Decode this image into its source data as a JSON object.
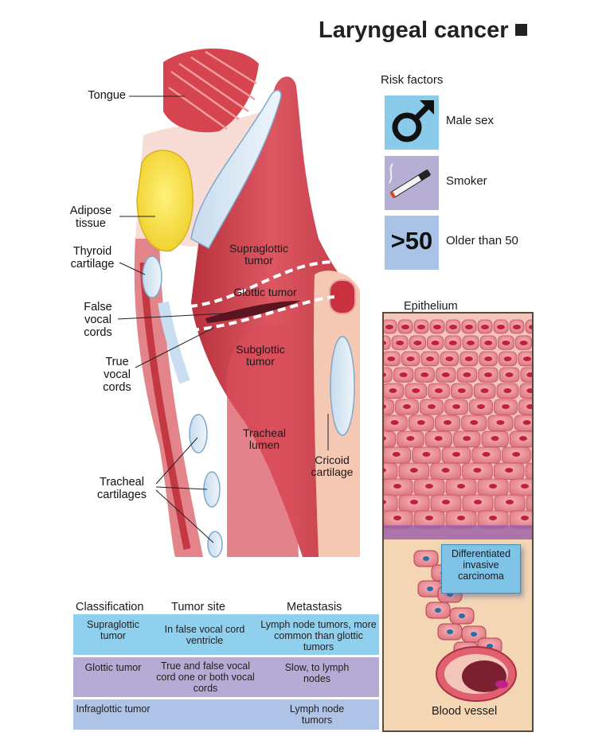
{
  "title": "Laryngeal cancer",
  "labels": {
    "tongue": "Tongue",
    "adipose": "Adipose tissue",
    "thyroid": "Thyroid cartilage",
    "false_cords": "False vocal cords",
    "true_cords": "True vocal cords",
    "tracheal_cart": "Tracheal cartilages",
    "supraglottic": "Supraglottic tumor",
    "glottic": "Glottic tumor",
    "subglottic": "Subglottic tumor",
    "lumen": "Tracheal lumen",
    "cricoid": "Cricoid cartilage"
  },
  "risk": {
    "title": "Risk factors",
    "items": [
      {
        "icon": "male-symbol-icon",
        "label": "Male sex",
        "color": "#89cbe9"
      },
      {
        "icon": "cigarette-icon",
        "label": "Smoker",
        "color": "#b7aed3"
      },
      {
        "icon": "over-fifty-icon",
        "glyph": ">50",
        "label": "Older than 50",
        "color": "#a9c3e6"
      }
    ]
  },
  "epithelium": {
    "title": "Epithelium",
    "callout": "Differentiated invasive carcinoma",
    "blood_vessel": "Blood vessel"
  },
  "table": {
    "headers": [
      "Classification",
      "Tumor site",
      "Metastasis"
    ],
    "rows": [
      {
        "classification": "Supraglottic tumor",
        "site": "In false vocal cord ventricle",
        "metastasis": "Lymph node tumors, more common than glottic tumors",
        "color": "#8fd0ef"
      },
      {
        "classification": "Glottic tumor",
        "site": "True and false vocal cord one or both vocal cords",
        "metastasis": "Slow, to lymph nodes",
        "color": "#b6abd4"
      },
      {
        "classification": "Infraglottic tumor",
        "site": "",
        "metastasis": "Lymph node tumors",
        "color": "#aec3e6"
      }
    ]
  }
}
